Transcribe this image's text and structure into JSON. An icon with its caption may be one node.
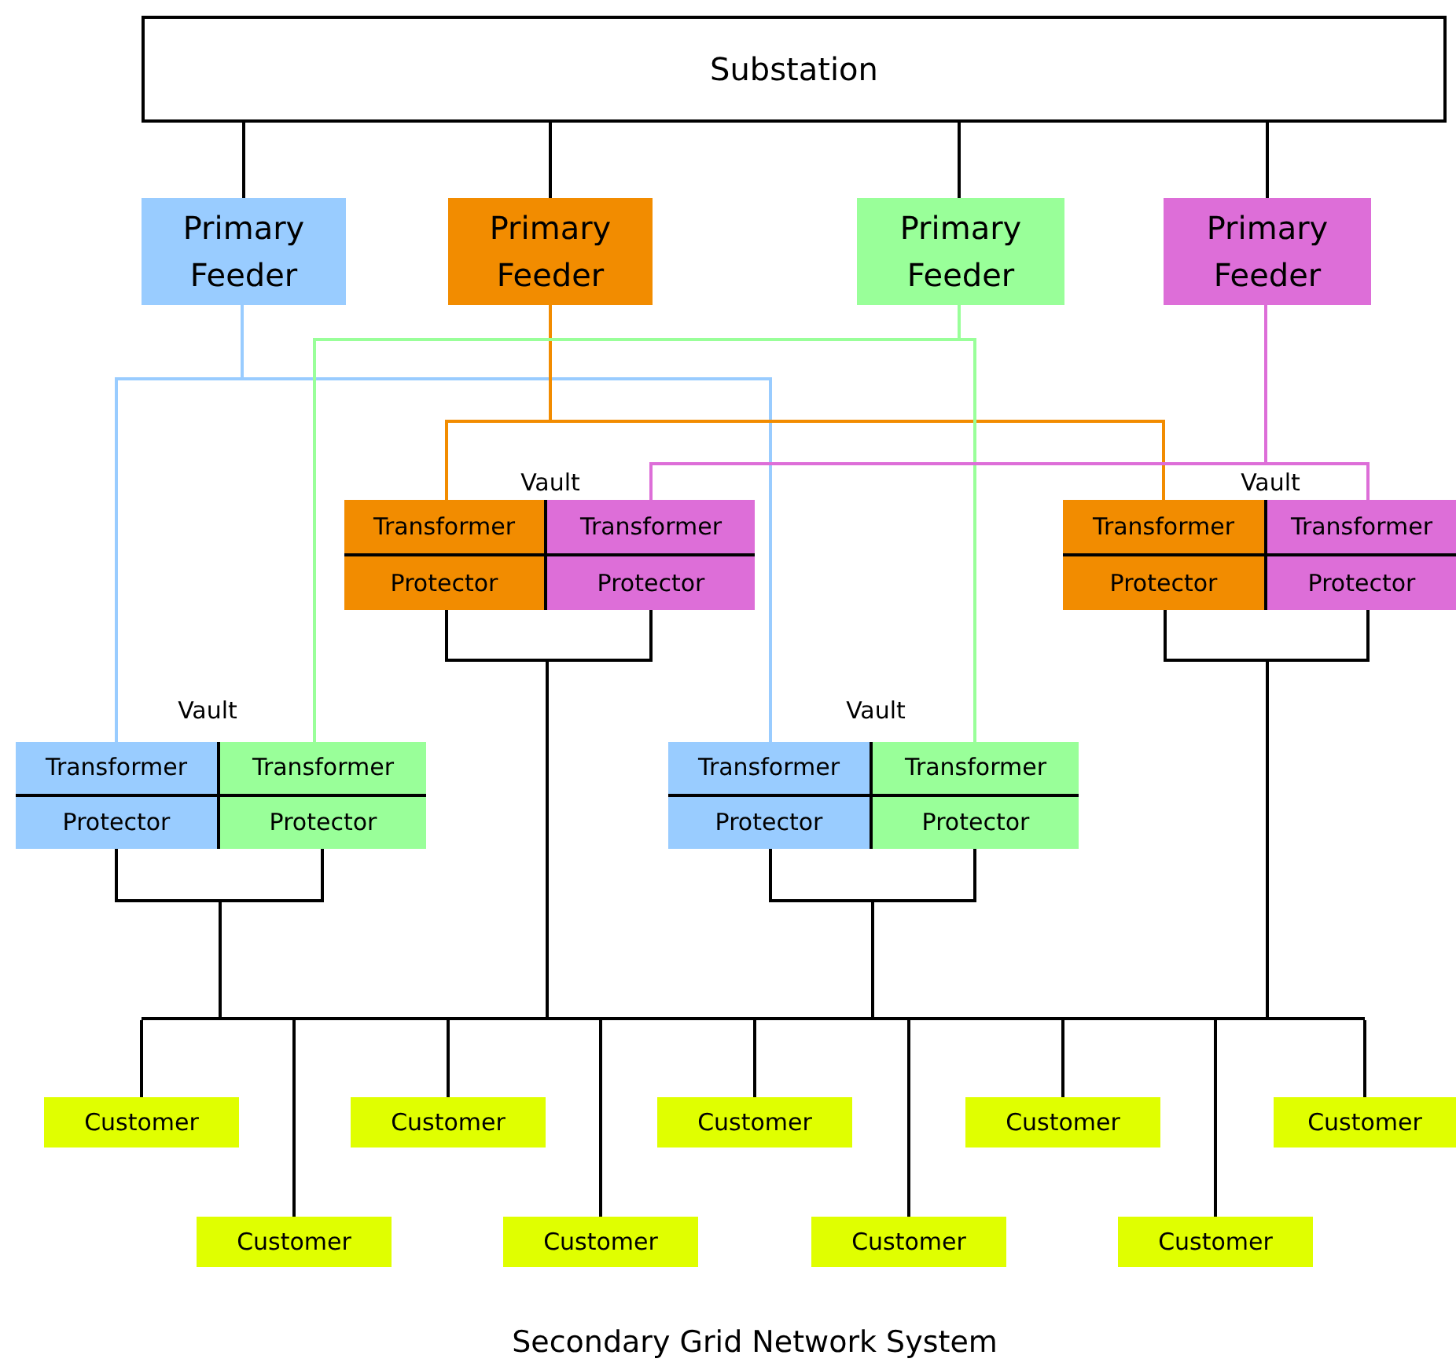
{
  "diagram": {
    "caption": "Secondary Grid Network System",
    "nodes": [
      {
        "text": [
          "Substation"
        ]
      },
      {
        "text": [
          "Primary Feeder"
        ]
      },
      {
        "text": [
          "Primary Feeder"
        ]
      },
      {
        "text": [
          "Primary Feeder"
        ]
      },
      {
        "text": [
          "Primary Feeder"
        ]
      },
      {
        "text": [
          "Transformer",
          "Protector"
        ]
      },
      {
        "text": [
          "Transformer",
          "Protector"
        ]
      },
      {
        "text": [
          "Transformer",
          "Protector"
        ]
      },
      {
        "text": [
          "Transformer",
          "Protector"
        ]
      },
      {
        "text": [
          "Transformer",
          "Protector"
        ]
      },
      {
        "text": [
          "Transformer",
          "Protector"
        ]
      },
      {
        "text": [
          "Transformer",
          "Protector"
        ]
      },
      {
        "text": [
          "Transformer",
          "Protector"
        ]
      },
      {
        "text": [],
        "shape": "bar"
      },
      {
        "text": [
          "Customer"
        ]
      },
      {
        "text": [
          "Customer"
        ]
      },
      {
        "text": [
          "Customer"
        ]
      },
      {
        "text": [
          "Customer"
        ]
      },
      {
        "text": [
          "Customer"
        ]
      },
      {
        "text": [
          "Customer"
        ]
      },
      {
        "text": [
          "Customer"
        ]
      },
      {
        "text": [
          "Customer"
        ]
      },
      {
        "text": [
          "Customer"
        ]
      }
    ],
    "edges": [
      {
        "from": 0,
        "to": 1,
        "arrow": "none"
      },
      {
        "from": 0,
        "to": 2,
        "arrow": "none"
      },
      {
        "from": 0,
        "to": 3,
        "arrow": "none"
      },
      {
        "from": 0,
        "to": 4,
        "arrow": "none"
      },
      {
        "from": 1,
        "to": 9,
        "arrow": "none",
        "color": "#99ccff"
      },
      {
        "from": 1,
        "to": 11,
        "arrow": "none",
        "color": "#99ccff"
      },
      {
        "from": 2,
        "to": 5,
        "arrow": "none",
        "color": "#f28c00"
      },
      {
        "from": 2,
        "to": 7,
        "arrow": "none",
        "color": "#f28c00"
      },
      {
        "from": 3,
        "to": 10,
        "arrow": "none",
        "color": "#99ff99"
      },
      {
        "from": 3,
        "to": 12,
        "arrow": "none",
        "color": "#99ff99"
      },
      {
        "from": 4,
        "to": 6,
        "arrow": "none",
        "color": "#dd6ed8"
      },
      {
        "from": 4,
        "to": 8,
        "arrow": "none",
        "color": "#dd6ed8"
      },
      {
        "from": 5,
        "to": 13,
        "arrow": "none"
      },
      {
        "from": 6,
        "to": 13,
        "arrow": "none"
      },
      {
        "from": 7,
        "to": 13,
        "arrow": "none"
      },
      {
        "from": 8,
        "to": 13,
        "arrow": "none"
      },
      {
        "from": 9,
        "to": 13,
        "arrow": "none"
      },
      {
        "from": 10,
        "to": 13,
        "arrow": "none"
      },
      {
        "from": 11,
        "to": 13,
        "arrow": "none"
      },
      {
        "from": 12,
        "to": 13,
        "arrow": "none"
      },
      {
        "from": 13,
        "to": 14,
        "arrow": "none"
      },
      {
        "from": 13,
        "to": 19,
        "arrow": "none"
      },
      {
        "from": 13,
        "to": 15,
        "arrow": "none"
      },
      {
        "from": 13,
        "to": 20,
        "arrow": "none"
      },
      {
        "from": 13,
        "to": 16,
        "arrow": "none"
      },
      {
        "from": 13,
        "to": 21,
        "arrow": "none"
      },
      {
        "from": 13,
        "to": 17,
        "arrow": "none"
      },
      {
        "from": 13,
        "to": 22,
        "arrow": "none"
      },
      {
        "from": 13,
        "to": 18,
        "arrow": "none"
      }
    ],
    "labels": [
      "Vault",
      "Vault",
      "Vault",
      "Vault"
    ]
  }
}
